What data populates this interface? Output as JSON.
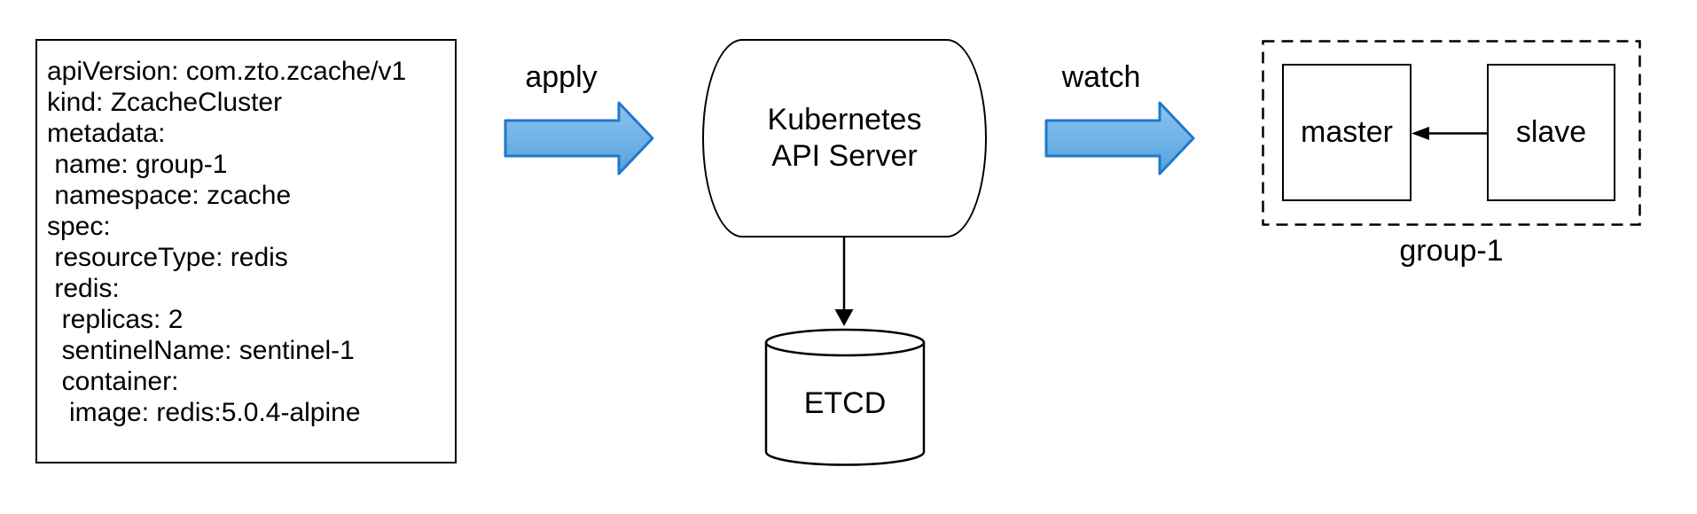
{
  "yaml": {
    "lines": [
      "apiVersion: com.zto.zcache/v1",
      "kind: ZcacheCluster",
      "metadata:",
      " name: group-1",
      " namespace: zcache",
      "spec:",
      " resourceType: redis",
      " redis:",
      "  replicas: 2",
      "  sentinelName: sentinel-1",
      "  container:",
      "   image: redis:5.0.4-alpine"
    ]
  },
  "labels": {
    "apply": "apply",
    "watch": "watch"
  },
  "api_server": {
    "line1": "Kubernetes",
    "line2": "API Server"
  },
  "etcd": {
    "label": "ETCD"
  },
  "group": {
    "master_label": "master",
    "slave_label": "slave",
    "caption": "group-1"
  },
  "colors": {
    "arrow_fill_top": "#8CC5EF",
    "arrow_fill_bottom": "#55A2DD",
    "arrow_stroke": "#2277CC",
    "line": "#000000",
    "background": "#FFFFFF"
  }
}
